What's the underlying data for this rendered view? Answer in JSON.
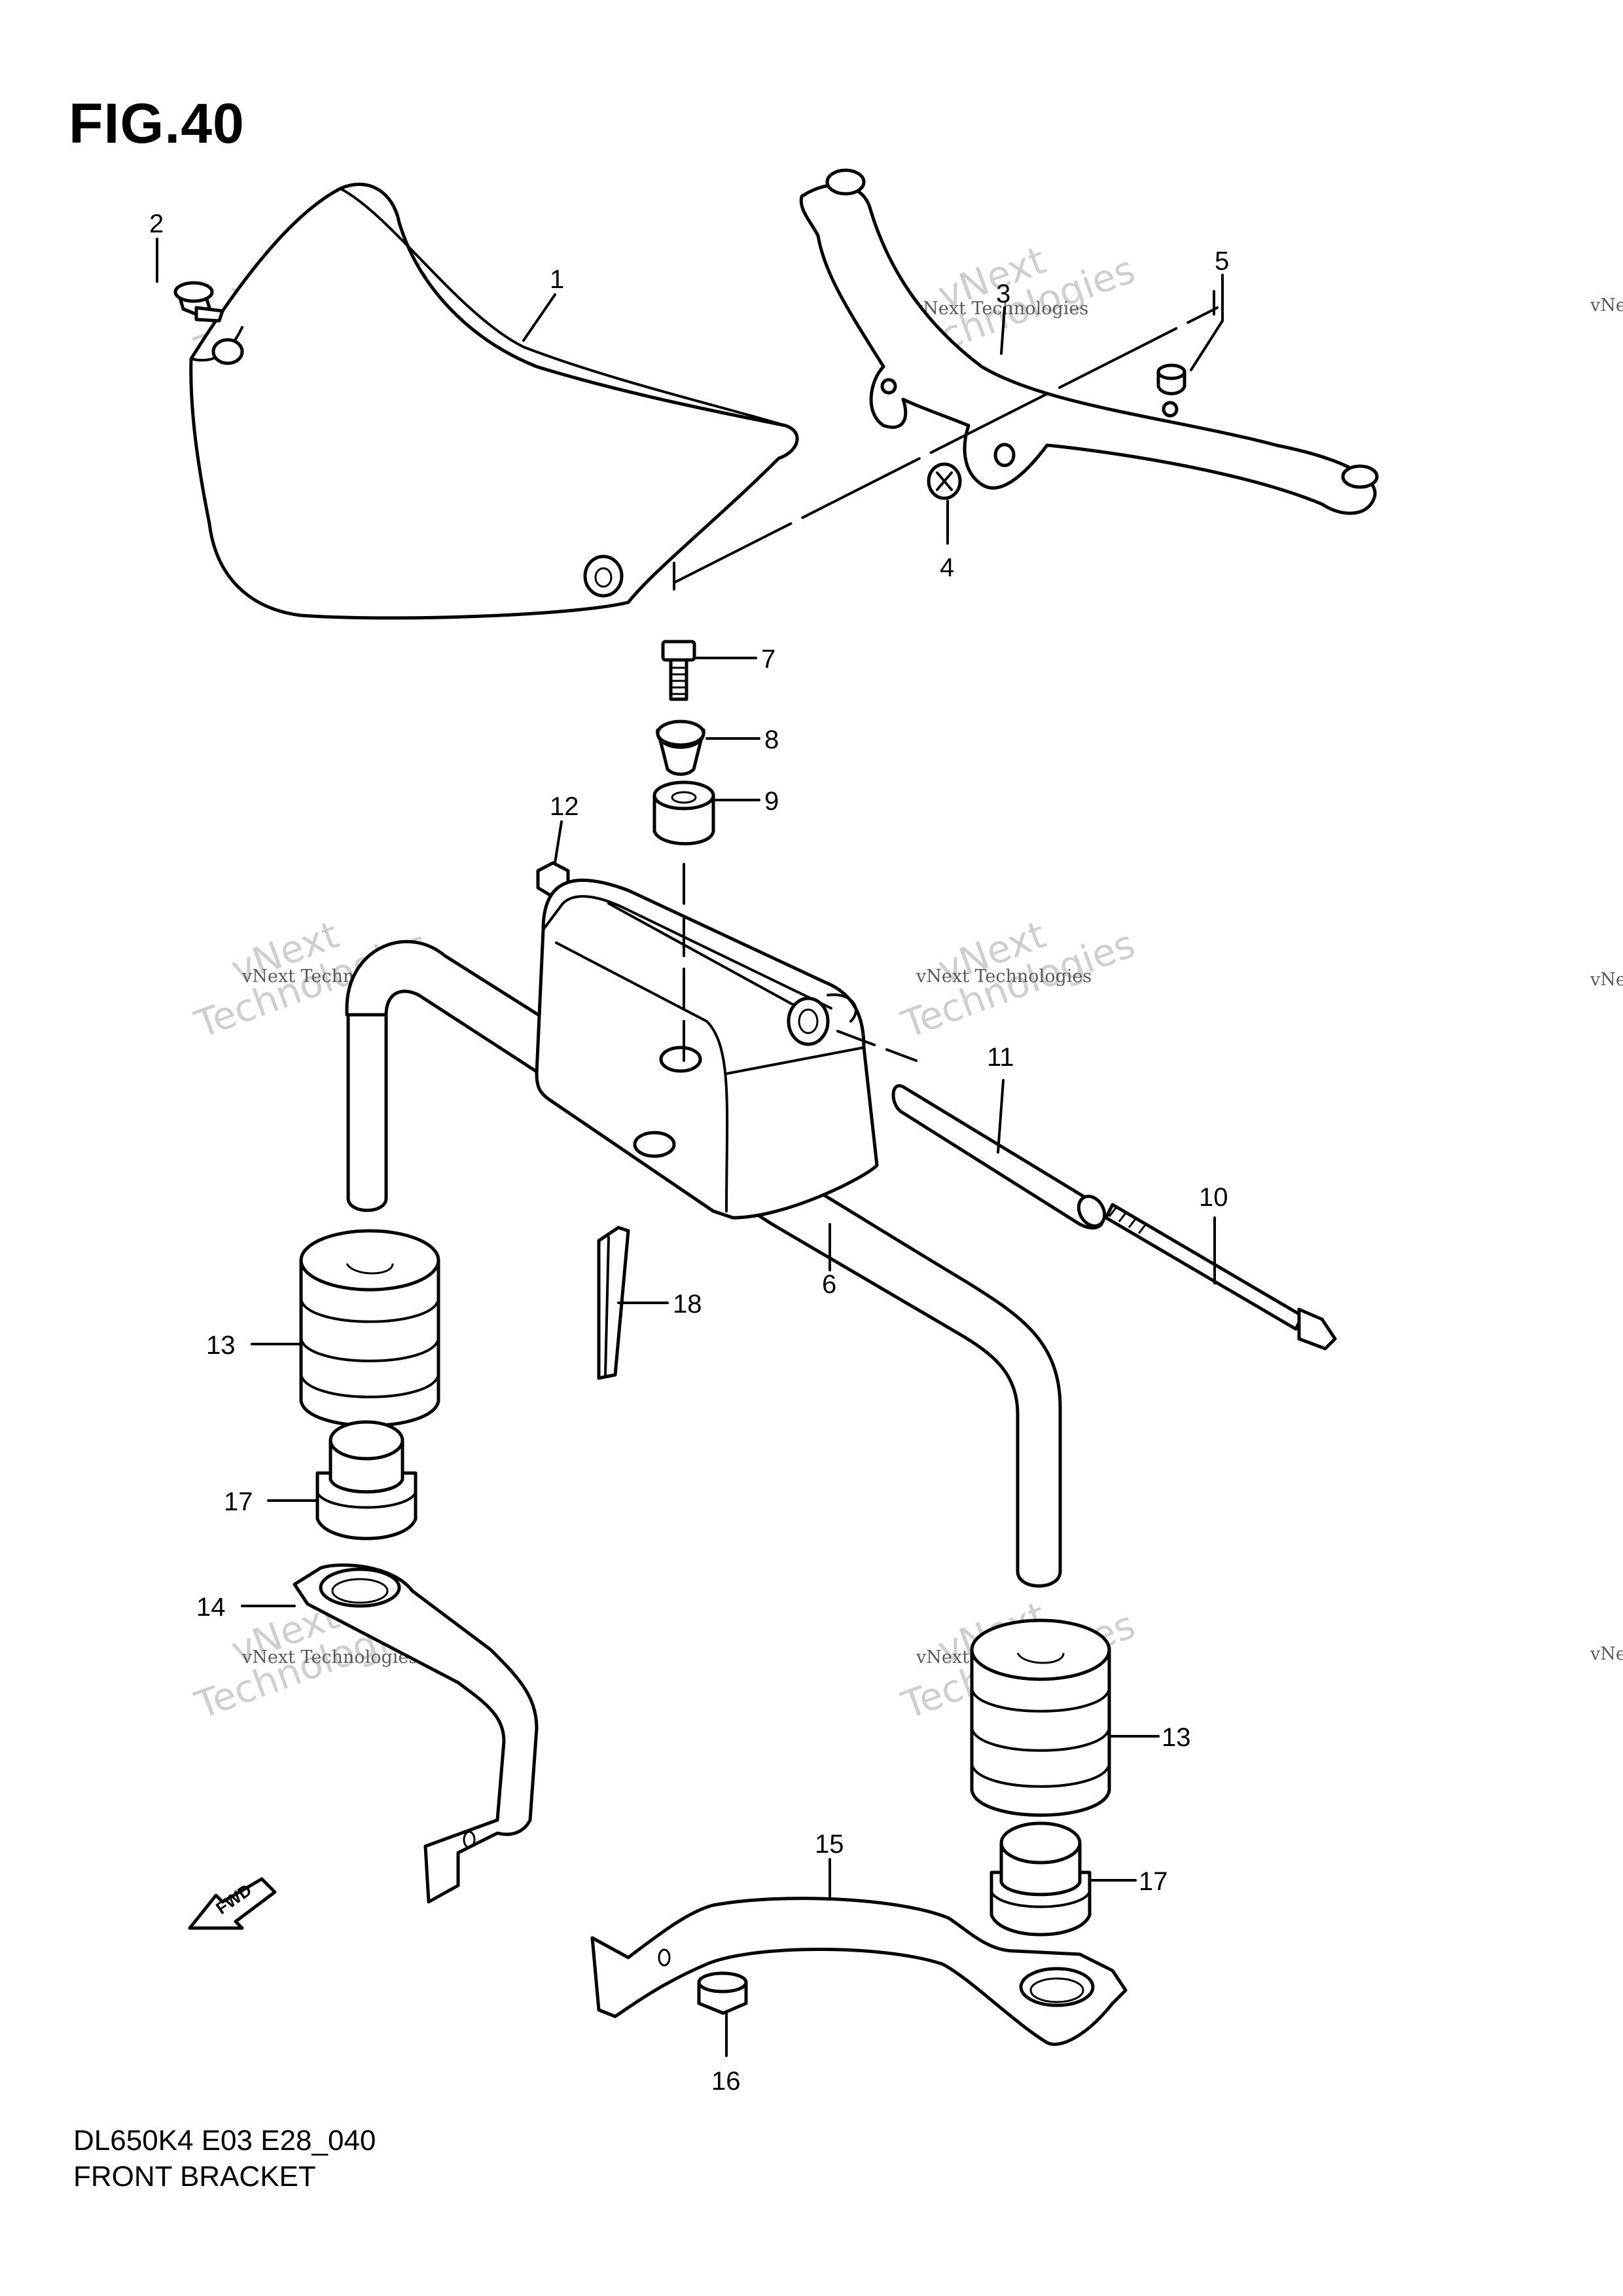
{
  "figure": {
    "title": "FIG.40",
    "model_code": "DL650K4 E03 E28_040",
    "name": "FRONT BRACKET"
  },
  "watermark": {
    "brand_line": "vNext Technologies",
    "big_top": "vNext",
    "big_bottom": "Technologies"
  },
  "callouts": [
    "1",
    "2",
    "3",
    "4",
    "5",
    "6",
    "7",
    "8",
    "9",
    "10",
    "11",
    "12",
    "13",
    "14",
    "15",
    "16",
    "17",
    "18",
    "13",
    "17"
  ],
  "direction_label": "FWD"
}
